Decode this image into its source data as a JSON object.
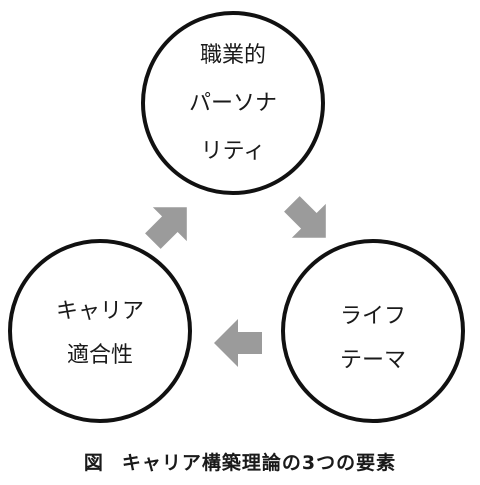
{
  "nodes": {
    "top": {
      "lines": [
        "職業的",
        "パーソナ",
        "リティ"
      ]
    },
    "right": {
      "lines": [
        "ライフ",
        "テーマ"
      ]
    },
    "left": {
      "lines": [
        "キャリア",
        "適合性"
      ]
    }
  },
  "caption": {
    "label": "図",
    "title": "キャリア構築理論の3つの要素"
  },
  "colors": {
    "circle_stroke": "#111111",
    "arrow_fill": "#9b9b9b",
    "text": "#1a1a1a"
  }
}
